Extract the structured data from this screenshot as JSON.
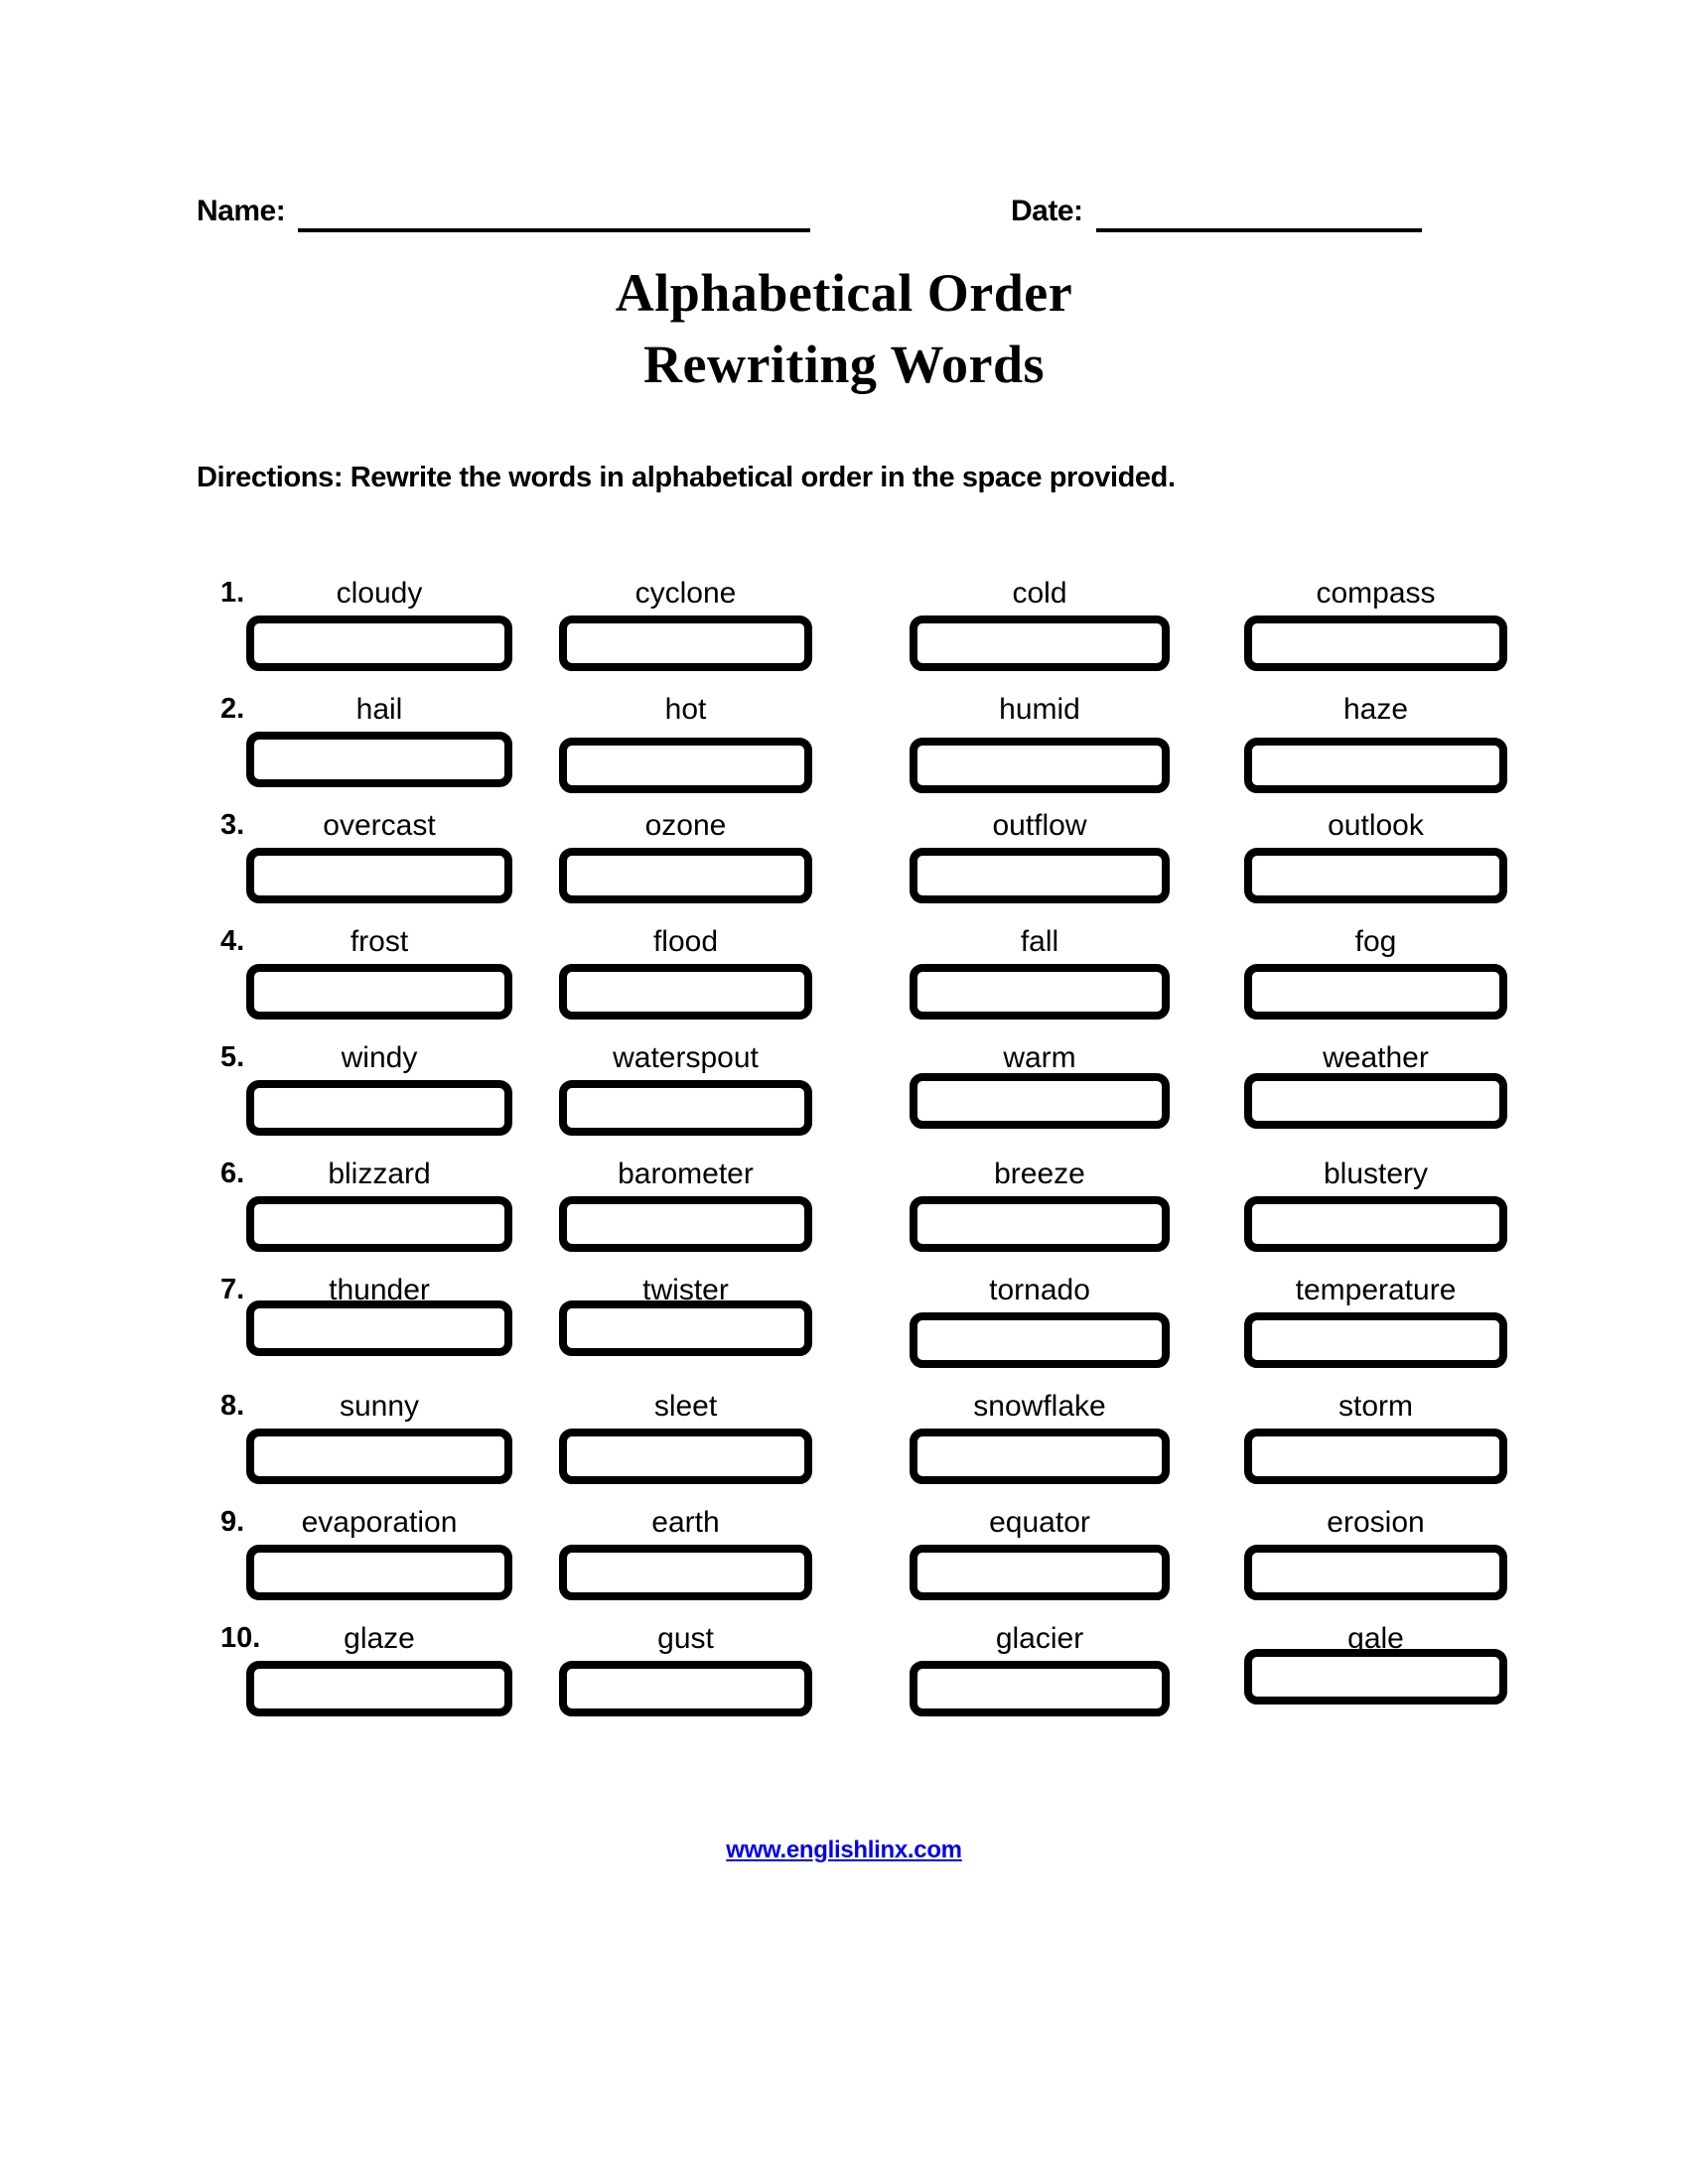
{
  "header": {
    "name_label": "Name:",
    "date_label": "Date:"
  },
  "title": {
    "line1": "Alphabetical Order",
    "line2": "Rewriting Words"
  },
  "directions": "Directions: Rewrite the words in alphabetical order in the space provided.",
  "worksheet": {
    "columns": 4,
    "rows": [
      {
        "number": "1.",
        "words": [
          "cloudy",
          "cyclone",
          "cold",
          "compass"
        ]
      },
      {
        "number": "2.",
        "words": [
          "hail",
          "hot",
          "humid",
          "haze"
        ]
      },
      {
        "number": "3.",
        "words": [
          "overcast",
          "ozone",
          "outflow",
          "outlook"
        ]
      },
      {
        "number": "4.",
        "words": [
          "frost",
          "flood",
          "fall",
          "fog"
        ]
      },
      {
        "number": "5.",
        "words": [
          "windy",
          "waterspout",
          "warm",
          "weather"
        ]
      },
      {
        "number": "6.",
        "words": [
          "blizzard",
          "barometer",
          "breeze",
          "blustery"
        ]
      },
      {
        "number": "7.",
        "words": [
          "thunder",
          "twister",
          "tornado",
          "temperature"
        ]
      },
      {
        "number": "8.",
        "words": [
          "sunny",
          "sleet",
          "snowflake",
          "storm"
        ]
      },
      {
        "number": "9.",
        "words": [
          "evaporation",
          "earth",
          "equator",
          "erosion"
        ]
      },
      {
        "number": "10.",
        "words": [
          "glaze",
          "gust",
          "glacier",
          "gale"
        ]
      }
    ],
    "answer_boxes_per_row": 4,
    "answer_box_value": ""
  },
  "footer": {
    "link_text": "www.englishlinx.com",
    "link_color": "#0000ee"
  },
  "layout": {
    "row_tops": [
      580,
      697,
      814,
      931,
      1048,
      1165,
      1282,
      1399,
      1516,
      1633
    ],
    "box_offsets": [
      [
        40,
        40,
        40,
        40
      ],
      [
        40,
        46,
        46,
        46
      ],
      [
        40,
        40,
        40,
        40
      ],
      [
        40,
        40,
        40,
        40
      ],
      [
        40,
        40,
        33,
        33
      ],
      [
        40,
        40,
        40,
        40
      ],
      [
        28,
        28,
        40,
        40
      ],
      [
        40,
        40,
        40,
        40
      ],
      [
        40,
        40,
        40,
        40
      ],
      [
        40,
        40,
        40,
        28
      ]
    ]
  }
}
